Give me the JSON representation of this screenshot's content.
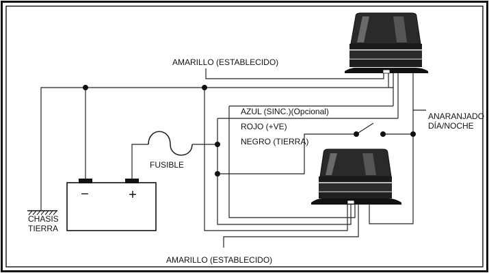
{
  "labels": {
    "yellow_top": "AMARILLO (ESTABLECIDO)",
    "yellow_bottom": "AMARILLO (ESTABLECIDO)",
    "blue": "AZUL (SINC.)(Opcional)",
    "red": "ROJO (+VE)",
    "black": "NEGRO (TIERRA)",
    "orange_line1": "ANARANJADO",
    "orange_line2": "DÍA/NOCHE",
    "fuse": "FUSIBLE",
    "chassis_line1": "CHASIS",
    "chassis_line2": "TIERRA",
    "battery_negative": "−",
    "battery_positive": "+"
  }
}
